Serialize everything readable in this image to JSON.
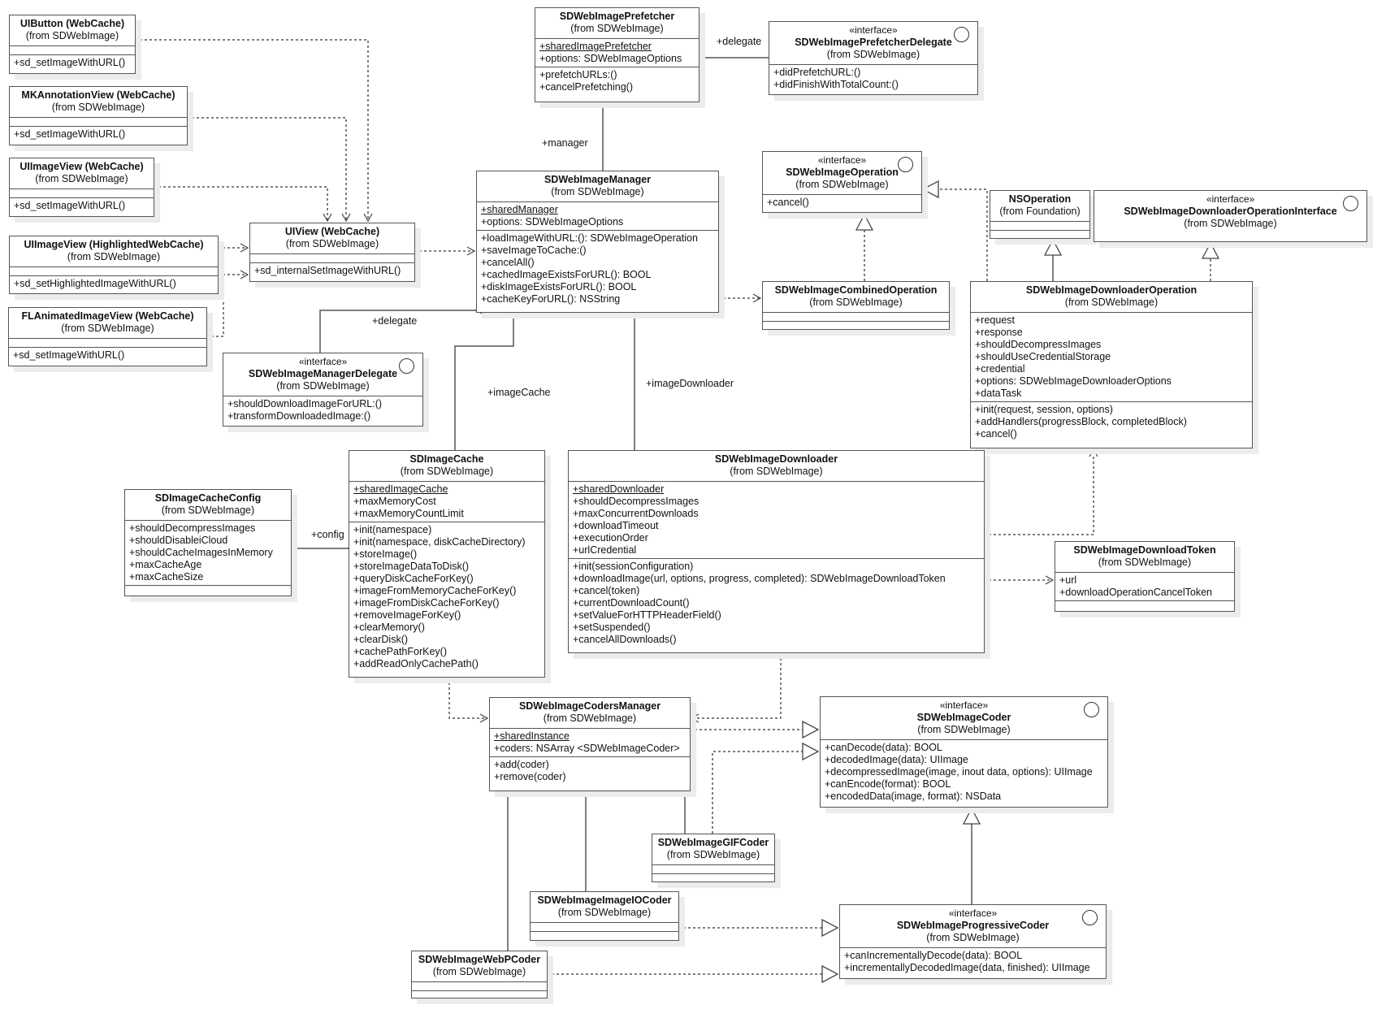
{
  "diagram": {
    "type": "UML class diagram",
    "colors": {
      "line": "#555555",
      "shadow": "#ececec",
      "background": "#ffffff"
    }
  },
  "classes": {
    "uibutton": {
      "name": "UIButton (WebCache)",
      "from": "(from SDWebImage)",
      "attributes": [],
      "methods": [
        "+sd_setImageWithURL()"
      ]
    },
    "mkannotation": {
      "name": "MKAnnotationView (WebCache)",
      "from": "(from SDWebImage)",
      "attributes": [],
      "methods": [
        "+sd_setImageWithURL()"
      ]
    },
    "uiimageview": {
      "name": "UIImageView (WebCache)",
      "from": "(from SDWebImage)",
      "attributes": [],
      "methods": [
        "+sd_setImageWithURL()"
      ]
    },
    "highlighted": {
      "name": "UIImageView (HighlightedWebCache)",
      "from": "(from SDWebImage)",
      "attributes": [],
      "methods": [
        "+sd_setHighlightedImageWithURL()"
      ]
    },
    "flanimated": {
      "name": "FLAnimatedImageView (WebCache)",
      "from": "(from SDWebImage)",
      "attributes": [],
      "methods": [
        "+sd_setImageWithURL()"
      ]
    },
    "uiview": {
      "name": "UIView (WebCache)",
      "from": "(from SDWebImage)",
      "attributes": [],
      "methods": [
        "+sd_internalSetImageWithURL()"
      ]
    },
    "prefetcher": {
      "name": "SDWebImagePrefetcher",
      "from": "(from SDWebImage)",
      "attributes": [
        "+sharedImagePrefetcher",
        "+options: SDWebImageOptions"
      ],
      "methods": [
        "+prefetchURLs:()",
        "+cancelPrefetching()"
      ]
    },
    "prefetcherDelegate": {
      "stereotype": "«interface»",
      "name": "SDWebImagePrefetcherDelegate",
      "from": "(from SDWebImage)",
      "methods": [
        "+didPrefetchURL:()",
        "+didFinishWithTotalCount:()"
      ]
    },
    "manager": {
      "name": "SDWebImageManager",
      "from": "(from SDWebImage)",
      "attributes": [
        "+sharedManager",
        "+options: SDWebImageOptions"
      ],
      "methods": [
        "+loadImageWithURL:(): SDWebImageOperation",
        "+saveImageToCache:()",
        "+cancelAll()",
        "+cachedImageExistsForURL(): BOOL",
        "+diskImageExistsForURL(): BOOL",
        "+cacheKeyForURL(): NSString"
      ]
    },
    "operation": {
      "stereotype": "«interface»",
      "name": "SDWebImageOperation",
      "from": "(from SDWebImage)",
      "methods": [
        "+cancel()"
      ]
    },
    "combined": {
      "name": "SDWebImageCombinedOperation",
      "from": "(from SDWebImage)",
      "attributes": [],
      "methods": []
    },
    "nsoperation": {
      "name": "NSOperation",
      "from": "(from Foundation)",
      "attributes": [],
      "methods": []
    },
    "opInterface": {
      "stereotype": "«interface»",
      "name": "SDWebImageDownloaderOperationInterface",
      "from": "(from SDWebImage)"
    },
    "downloaderOp": {
      "name": "SDWebImageDownloaderOperation",
      "from": "(from SDWebImage)",
      "attributes": [
        "+request",
        "+response",
        "+shouldDecompressImages",
        "+shouldUseCredentialStorage",
        "+credential",
        "+options: SDWebImageDownloaderOptions",
        "+dataTask"
      ],
      "methods": [
        "+init(request, session, options)",
        "+addHandlers(progressBlock, completedBlock)",
        "+cancel()"
      ]
    },
    "managerDelegate": {
      "stereotype": "«interface»",
      "name": "SDWebImageManagerDelegate",
      "from": "(from SDWebImage)",
      "methods": [
        "+shouldDownloadImageForURL:()",
        "+transformDownloadedImage:()"
      ]
    },
    "cacheConfig": {
      "name": "SDImageCacheConfig",
      "from": "(from SDWebImage)",
      "attributes": [
        "+shouldDecompressImages",
        "+shouldDisableiCloud",
        "+shouldCacheImagesInMemory",
        "+maxCacheAge",
        "+maxCacheSize"
      ],
      "methods": []
    },
    "cache": {
      "name": "SDImageCache",
      "from": "(from SDWebImage)",
      "attributes": [
        "+sharedImageCache",
        "+maxMemoryCost",
        "+maxMemoryCountLimit"
      ],
      "methods": [
        "+init(namespace)",
        "+init(namespace, diskCacheDirectory)",
        "+storeImage()",
        "+storeImageDataToDisk()",
        "+queryDiskCacheForKey()",
        "+imageFromMemoryCacheForKey()",
        "+imageFromDiskCacheForKey()",
        "+removeImageForKey()",
        "+clearMemory()",
        "+clearDisk()",
        "+cachePathForKey()",
        "+addReadOnlyCachePath()"
      ]
    },
    "downloader": {
      "name": "SDWebImageDownloader",
      "from": "(from SDWebImage)",
      "attributes": [
        "+sharedDownloader",
        "+shouldDecompressImages",
        "+maxConcurrentDownloads",
        "+downloadTimeout",
        "+executionOrder",
        "+urlCredential"
      ],
      "methods": [
        "+init(sessionConfiguration)",
        "+downloadImage(url, options, progress, completed): SDWebImageDownloadToken",
        "+cancel(token)",
        "+currentDownloadCount()",
        "+setValueForHTTPHeaderField()",
        "+setSuspended()",
        "+cancelAllDownloads()"
      ]
    },
    "token": {
      "name": "SDWebImageDownloadToken",
      "from": "(from SDWebImage)",
      "attributes": [
        "+url",
        "+downloadOperationCancelToken"
      ],
      "methods": []
    },
    "codersManager": {
      "name": "SDWebImageCodersManager",
      "from": "(from SDWebImage)",
      "attributes": [
        "+sharedInstance",
        "+coders: NSArray <SDWebImageCoder>"
      ],
      "methods": [
        "+add(coder)",
        "+remove(coder)"
      ]
    },
    "coder": {
      "stereotype": "«interface»",
      "name": "SDWebImageCoder",
      "from": "(from SDWebImage)",
      "methods": [
        "+canDecode(data): BOOL",
        "+decodedImage(data): UIImage",
        "+decompressedImage(image, inout data, options): UIImage",
        "+canEncode(format): BOOL",
        "+encodedData(image, format): NSData"
      ]
    },
    "gifCoder": {
      "name": "SDWebImageGIFCoder",
      "from": "(from SDWebImage)",
      "attributes": [],
      "methods": []
    },
    "imageIOCoder": {
      "name": "SDWebImageImageIOCoder",
      "from": "(from SDWebImage)",
      "attributes": [],
      "methods": []
    },
    "webpCoder": {
      "name": "SDWebImageWebPCoder",
      "from": "(from SDWebImage)",
      "attributes": [],
      "methods": []
    },
    "progressiveCoder": {
      "stereotype": "«interface»",
      "name": "SDWebImageProgressiveCoder",
      "from": "(from SDWebImage)",
      "methods": [
        "+canIncrementallyDecode(data): BOOL",
        "+incrementallyDecodedImage(data, finished): UIImage"
      ]
    }
  },
  "labels": {
    "prefetcherDelegate": "+delegate",
    "manager": "+manager",
    "managerDelegate": "+delegate",
    "imageCache": "+imageCache",
    "imageDownloader": "+imageDownloader",
    "config": "+config"
  }
}
